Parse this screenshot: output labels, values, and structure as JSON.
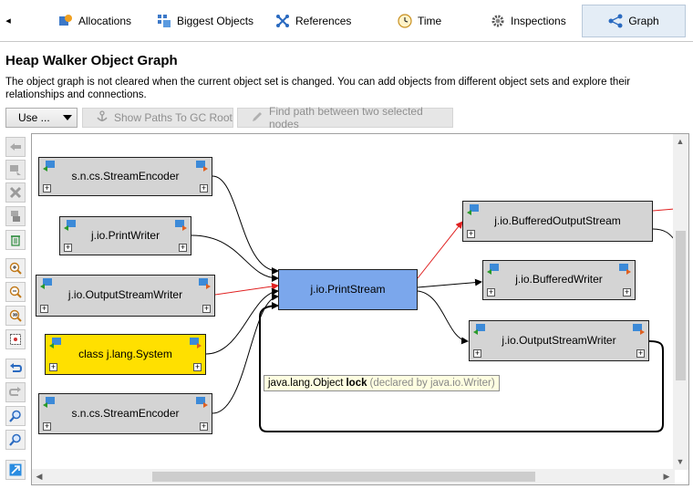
{
  "tabs": {
    "back_glyph": "◂",
    "items": [
      {
        "label": "Allocations",
        "icon": "allocations-icon"
      },
      {
        "label": "Biggest Objects",
        "icon": "biggest-objects-icon"
      },
      {
        "label": "References",
        "icon": "references-icon"
      },
      {
        "label": "Time",
        "icon": "clock-icon"
      },
      {
        "label": "Inspections",
        "icon": "gear-icon"
      },
      {
        "label": "Graph",
        "icon": "graph-icon"
      }
    ],
    "active": "Graph"
  },
  "header": {
    "title": "Heap Walker Object Graph",
    "description": "The object graph is not cleared when the current object set is changed. You can add objects from different object sets and explore their relationships and connections."
  },
  "toolbar": {
    "use_label": "Use ...",
    "show_paths_label": "Show Paths To GC Root",
    "find_path_label": "Find path between two selected nodes"
  },
  "graph": {
    "nodes": {
      "n1": {
        "label": "s.n.cs.StreamEncoder"
      },
      "n2": {
        "label": "j.io.PrintWriter"
      },
      "n3": {
        "label": "j.io.OutputStreamWriter"
      },
      "n4": {
        "label": "class j.lang.System"
      },
      "n5": {
        "label": "s.n.cs.StreamEncoder"
      },
      "center": {
        "label": "j.io.PrintStream"
      },
      "r1": {
        "label": "j.io.BufferedOutputStream"
      },
      "r2": {
        "label": "j.io.BufferedWriter"
      },
      "r3": {
        "label": "j.io.OutputStreamWriter"
      }
    },
    "expand_glyph": "+",
    "tooltip": {
      "type": "java.lang.Object",
      "field": "lock",
      "declared": "(declared by java.io.Writer)"
    }
  },
  "colors": {
    "node_default": "#d4d4d4",
    "node_selected": "#7ba7ec",
    "node_class": "#ffe000",
    "edge_default": "#000000",
    "edge_highlight": "#e02020"
  }
}
